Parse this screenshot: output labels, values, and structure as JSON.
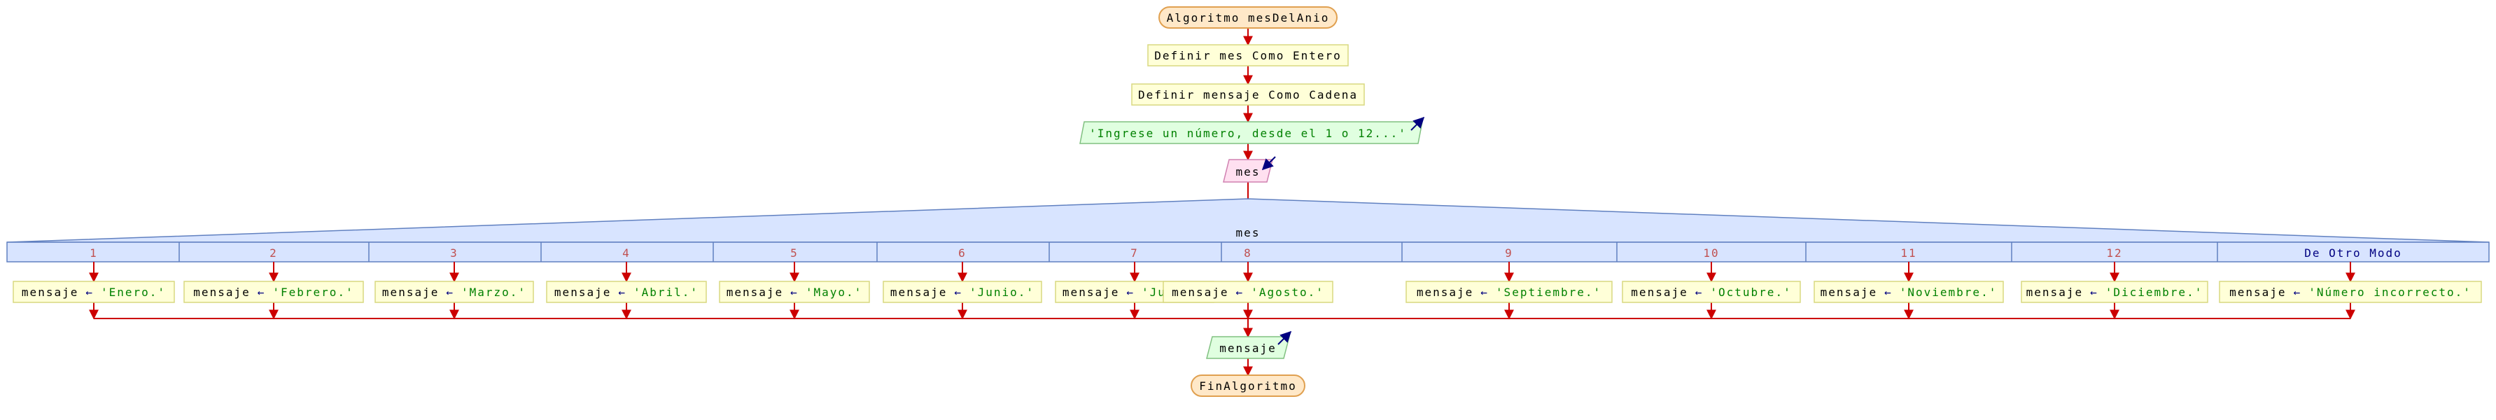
{
  "start_label": "Algoritmo mesDelAnio",
  "steps": [
    "Definir mes Como Entero",
    "Definir mensaje Como Cadena"
  ],
  "output_prompt": "'Ingrese un número, desde el 1 o 12...'",
  "input_var": "mes",
  "switch_var": "mes",
  "cases": [
    {
      "label": "1",
      "var": "mensaje",
      "arrow": "←",
      "value": "'Enero.'"
    },
    {
      "label": "2",
      "var": "mensaje",
      "arrow": "←",
      "value": "'Febrero.'"
    },
    {
      "label": "3",
      "var": "mensaje",
      "arrow": "←",
      "value": "'Marzo.'"
    },
    {
      "label": "4",
      "var": "mensaje",
      "arrow": "←",
      "value": "'Abril.'"
    },
    {
      "label": "5",
      "var": "mensaje",
      "arrow": "←",
      "value": "'Mayo.'"
    },
    {
      "label": "6",
      "var": "mensaje",
      "arrow": "←",
      "value": "'Junio.'"
    },
    {
      "label": "7",
      "var": "mensaje",
      "arrow": "←",
      "value": "'Julio.'"
    },
    {
      "label": "8",
      "var": "mensaje",
      "arrow": "←",
      "value": "'Agosto.'"
    },
    {
      "label": "9",
      "var": "mensaje",
      "arrow": "←",
      "value": "'Septiembre.'"
    },
    {
      "label": "10",
      "var": "mensaje",
      "arrow": "←",
      "value": "'Octubre.'"
    },
    {
      "label": "11",
      "var": "mensaje",
      "arrow": "←",
      "value": "'Noviembre.'"
    },
    {
      "label": "12",
      "var": "mensaje",
      "arrow": "←",
      "value": "'Diciembre.'"
    },
    {
      "label": "De Otro Modo",
      "var": "mensaje",
      "arrow": "←",
      "value": "'Número incorrecto.'"
    }
  ],
  "output_var": "mensaje",
  "end_label": "FinAlgoritmo",
  "colors": {
    "flow_line": "#cc0000",
    "terminal_fill": "#ffe8c8",
    "terminal_stroke": "#e0a050",
    "process_fill": "#ffffd8",
    "process_stroke": "#d8d880",
    "io_out_fill": "#e0ffe0",
    "io_out_stroke": "#80c080",
    "io_in_fill": "#ffe0f0",
    "io_in_stroke": "#d080b0",
    "switch_fill": "#d8e4ff",
    "switch_stroke": "#6080c0",
    "keyword_text": "#000000",
    "string_text": "#008000",
    "case_label_text": "#c05050",
    "default_label_text": "#000080",
    "arrow_text": "#000080"
  }
}
